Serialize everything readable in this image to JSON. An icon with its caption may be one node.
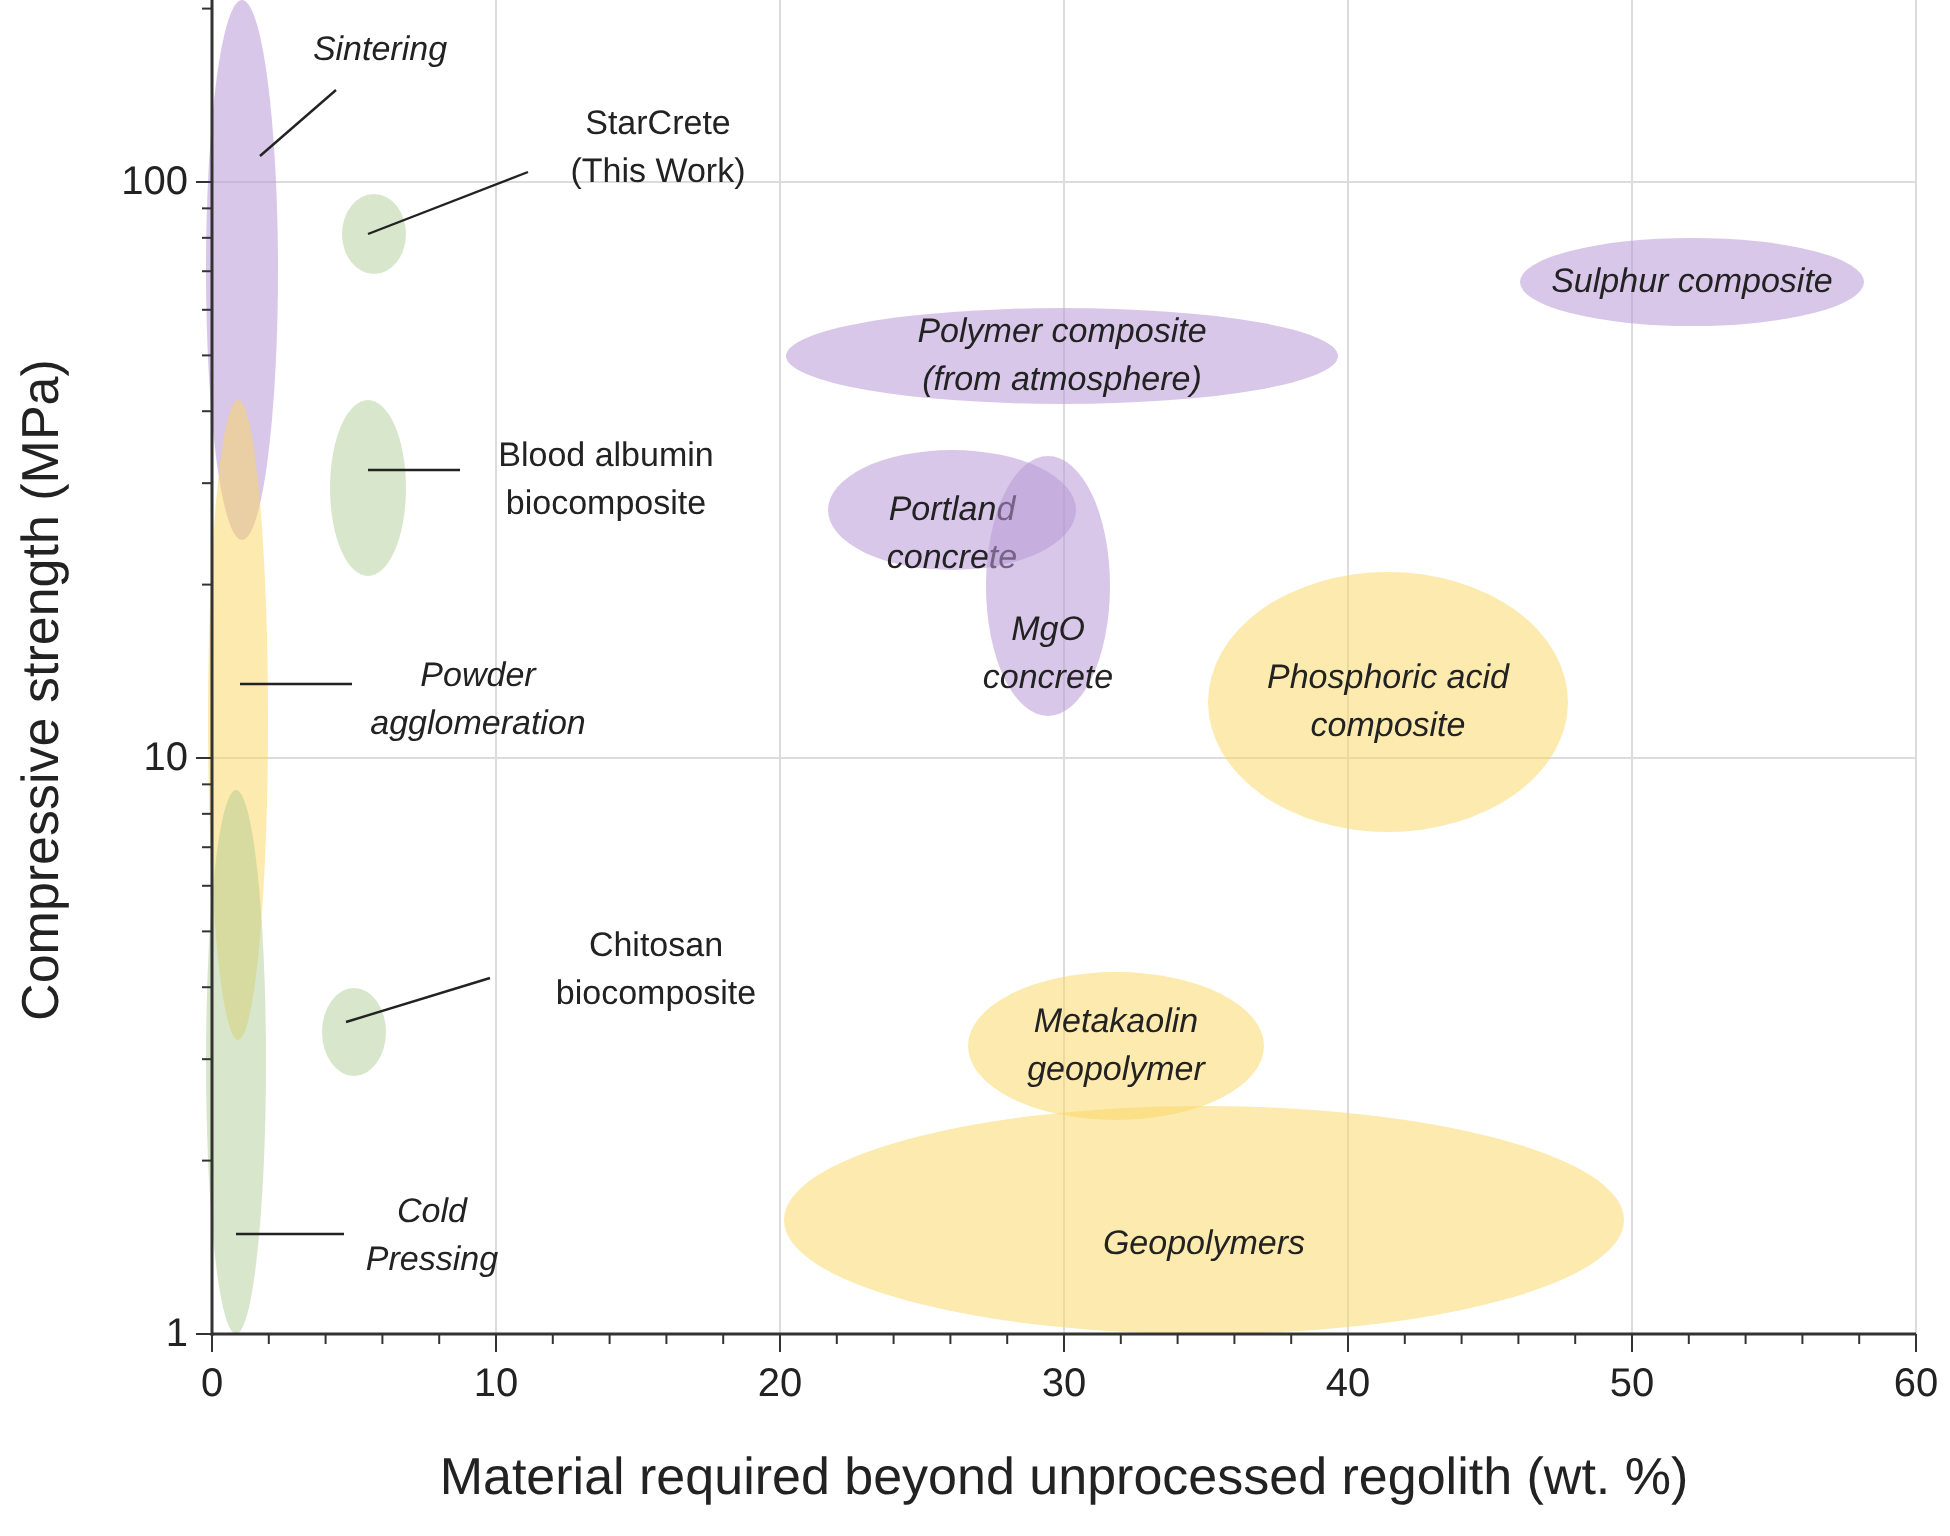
{
  "diagram": {
    "nodes": [
      {
        "text": [
          "Sintering"
        ]
      },
      {
        "text": [],
        "shape": "ellipse"
      },
      {
        "text": [
          "StarCrete (This Work)"
        ]
      },
      {
        "text": [],
        "shape": "ellipse"
      },
      {
        "text": [
          "Blood albumin biocomposite"
        ]
      },
      {
        "text": [],
        "shape": "ellipse"
      },
      {
        "text": [
          "Powder agglomeration"
        ]
      },
      {
        "text": [],
        "shape": "ellipse"
      },
      {
        "text": [
          "Chitosan biocomposite"
        ]
      },
      {
        "text": [],
        "shape": "ellipse"
      },
      {
        "text": [
          "Cold Pressing"
        ]
      },
      {
        "text": [],
        "shape": "ellipse"
      },
      {
        "text": [
          "Sulphur composite"
        ]
      },
      {
        "text": [
          "Polymer composite (from atmosphere)"
        ]
      },
      {
        "text": [
          "Portland concrete"
        ]
      },
      {
        "text": [
          "MgO concrete"
        ]
      },
      {
        "text": [
          "Phosphoric acid composite"
        ]
      },
      {
        "text": [
          "Metakaolin geopolymer"
        ]
      },
      {
        "text": [
          "Geopolymers"
        ]
      }
    ],
    "edges": [
      {
        "from": 0,
        "to": 1,
        "arrow": "none"
      },
      {
        "from": 2,
        "to": 3,
        "arrow": "none"
      },
      {
        "from": 4,
        "to": 5,
        "arrow": "none"
      },
      {
        "from": 6,
        "to": 7,
        "arrow": "none"
      },
      {
        "from": 8,
        "to": 9,
        "arrow": "none"
      },
      {
        "from": 10,
        "to": 11,
        "arrow": "none"
      }
    ],
    "labels": [
      "100",
      "10",
      "1",
      "0",
      "10",
      "20",
      "30",
      "40",
      "50",
      "60",
      "Compressive strength (MPa)",
      "Material required beyond unprocessed regolith (wt. %)"
    ]
  }
}
